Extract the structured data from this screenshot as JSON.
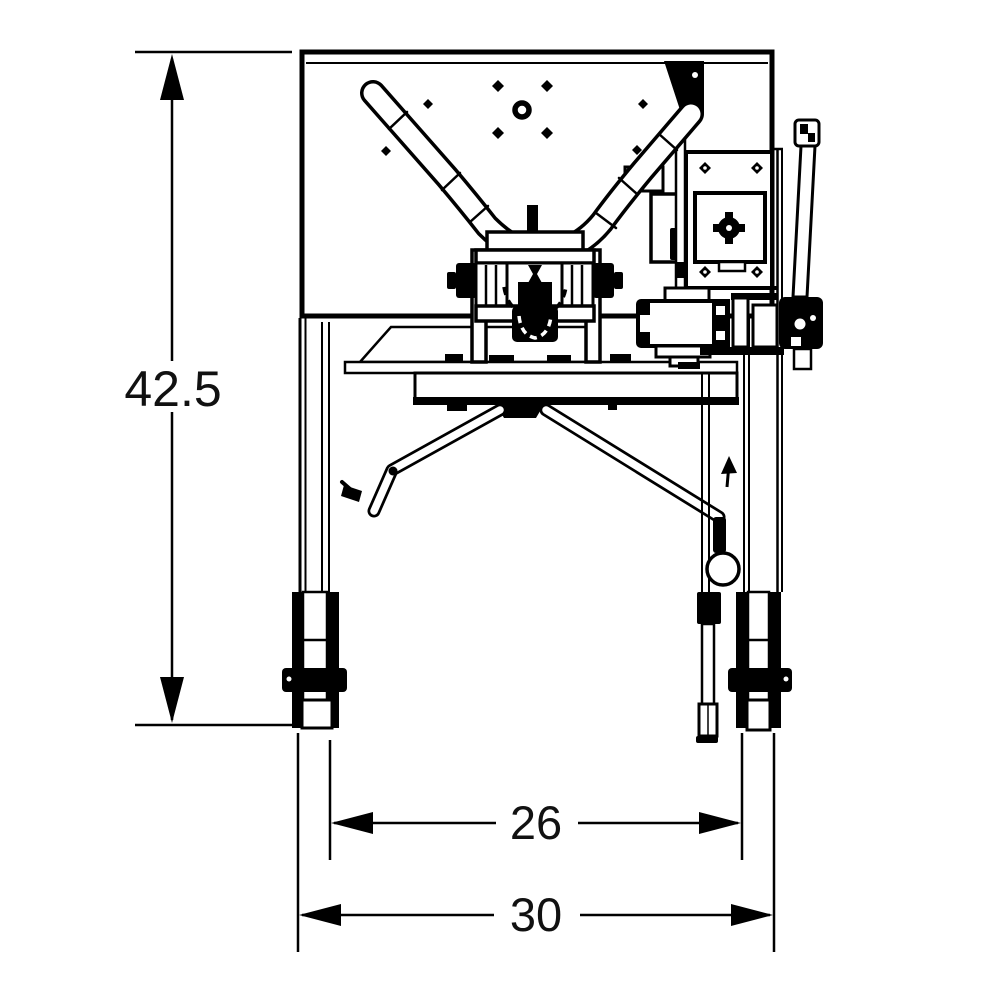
{
  "drawing": {
    "colors": {
      "ink": "#000000",
      "background": "#ffffff"
    },
    "dimensions": {
      "height": {
        "value": "42.5",
        "orientation": "vertical"
      },
      "inner_width": {
        "value": "26",
        "orientation": "horizontal"
      },
      "overall_width": {
        "value": "30",
        "orientation": "horizontal"
      }
    }
  }
}
